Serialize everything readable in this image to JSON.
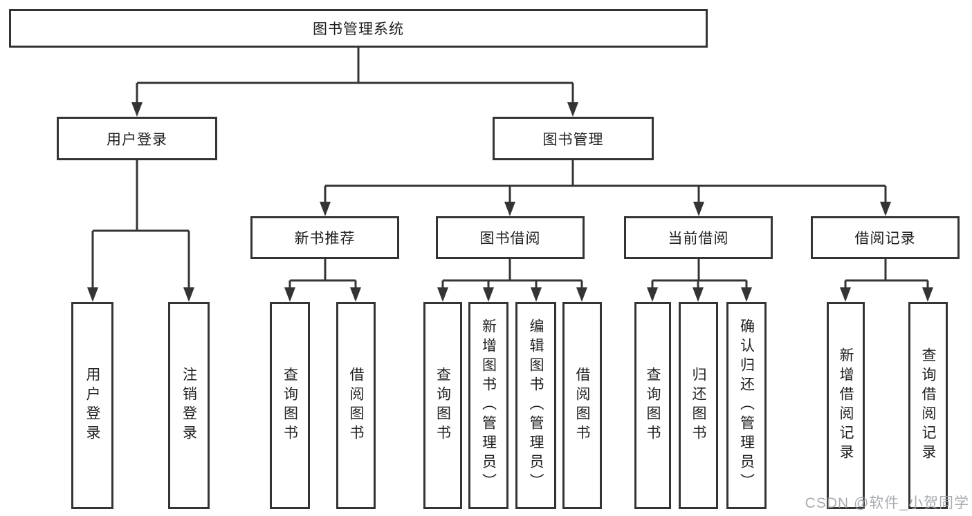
{
  "diagram": {
    "type": "hierarchy-tree",
    "title": "图书管理系统",
    "colors": {
      "line": "#343434",
      "box_border": "#343434",
      "box_fill": "#ffffff",
      "text": "#1f1f1f",
      "background": "#ffffff",
      "watermark": "#9ea3a9"
    },
    "nodes": {
      "root": "图书管理系统",
      "user_login": "用户登录",
      "book_mgmt": "图书管理",
      "user_login_leaf": "用户登录",
      "logout_leaf": "注销登录",
      "new_book_rec": "新书推荐",
      "book_borrow": "图书借阅",
      "current_borrow": "当前借阅",
      "borrow_records": "借阅记录",
      "nb_query_books": "查询图书",
      "nb_borrow_books": "借阅图书",
      "bb_query_books": "查询图书",
      "bb_add_books": "新增图书（管理员）",
      "bb_edit_books": "编辑图书（管理员）",
      "bb_borrow_books": "借阅图书",
      "cb_query_books": "查询图书",
      "cb_return_books": "归还图书",
      "cb_confirm_return": "确认归还（管理员）",
      "br_add_record": "新增借阅记录",
      "br_query_record": "查询借阅记录"
    },
    "hierarchy": {
      "图书管理系统": {
        "用户登录": [
          "用户登录",
          "注销登录"
        ],
        "图书管理": {
          "新书推荐": [
            "查询图书",
            "借阅图书"
          ],
          "图书借阅": [
            "查询图书",
            "新增图书（管理员）",
            "编辑图书（管理员）",
            "借阅图书"
          ],
          "当前借阅": [
            "查询图书",
            "归还图书",
            "确认归还（管理员）"
          ],
          "借阅记录": [
            "新增借阅记录",
            "查询借阅记录"
          ]
        }
      }
    },
    "watermark": "CSDN @软件_小贺同学"
  }
}
